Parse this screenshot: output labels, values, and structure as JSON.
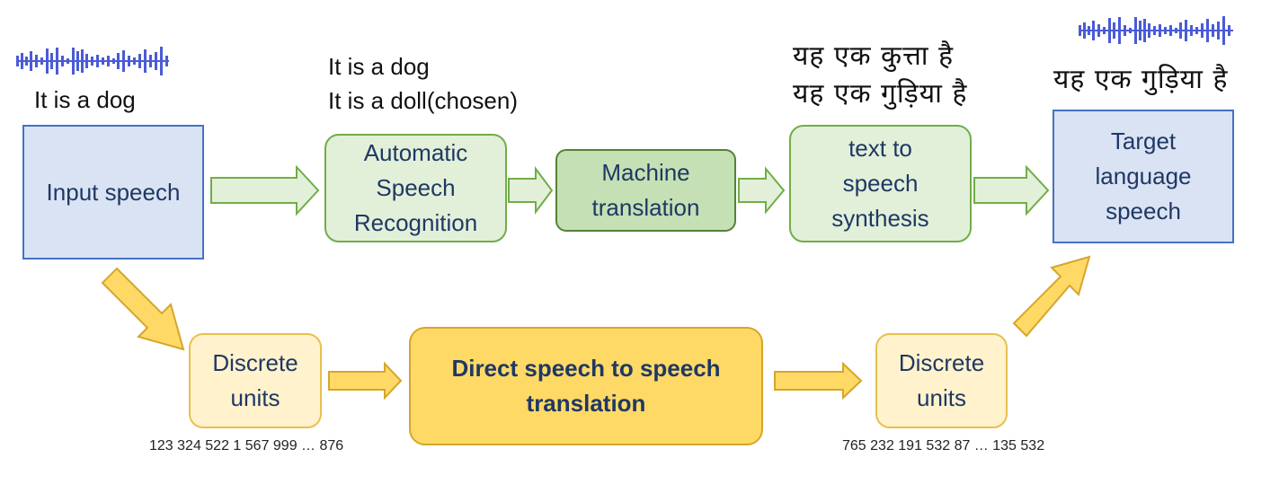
{
  "colors": {
    "blue_fill": "#dae3f3",
    "blue_border": "#4472c4",
    "green_fill": "#e2f0d9",
    "green_border": "#70ad47",
    "dark_green_fill": "#c5e0b4",
    "yellow_fill": "#fff2cc",
    "dark_yellow_fill": "#ffd966",
    "text": "#1f3864",
    "waveform": "#4a5bd6"
  },
  "icons": [
    "waveform-icon-input",
    "waveform-icon-output"
  ],
  "boxes": {
    "input_speech": "Input speech",
    "asr": "Automatic\nSpeech\nRecognition",
    "mt": "Machine\ntranslation",
    "tts": "text to\nspeech\nsynthesis",
    "target": "Target\nlanguage\nspeech",
    "units_left": "Discrete\nunits",
    "s2st": "Direct speech to speech\ntranslation",
    "units_right": "Discrete\nunits"
  },
  "labels": {
    "input_text": "It is a dog",
    "asr_candidate_1": "It is a dog",
    "asr_candidate_2": "It is a doll(chosen)",
    "mt_candidate_1": "यह एक कुत्ता है",
    "mt_candidate_2": "यह एक गुड़िया है",
    "output_text": "यह एक गुड़िया है",
    "units_left_seq": "123 324 522 1 567 999 … 876",
    "units_right_seq": "765 232 191 532 87 … 135 532"
  }
}
